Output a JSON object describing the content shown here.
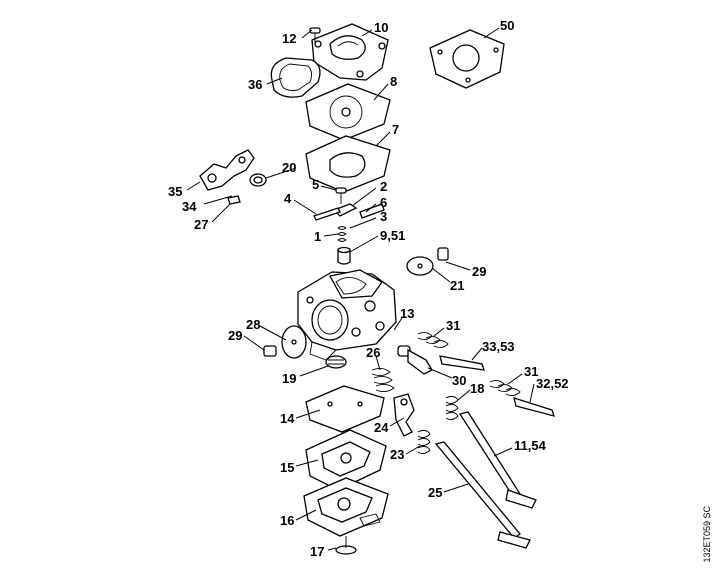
{
  "document_code": "132ET059 SC",
  "parts": [
    {
      "label": "12"
    },
    {
      "label": "10"
    },
    {
      "label": "50"
    },
    {
      "label": "36"
    },
    {
      "label": "8"
    },
    {
      "label": "7"
    },
    {
      "label": "20"
    },
    {
      "label": "35"
    },
    {
      "label": "5"
    },
    {
      "label": "2"
    },
    {
      "label": "34"
    },
    {
      "label": "4"
    },
    {
      "label": "6"
    },
    {
      "label": "27"
    },
    {
      "label": "3"
    },
    {
      "label": "1"
    },
    {
      "label": "9,51"
    },
    {
      "label": "29"
    },
    {
      "label": "21"
    },
    {
      "label": "13"
    },
    {
      "label": "28"
    },
    {
      "label": "31"
    },
    {
      "label": "29"
    },
    {
      "label": "33,53"
    },
    {
      "label": "26"
    },
    {
      "label": "19"
    },
    {
      "label": "31"
    },
    {
      "label": "30"
    },
    {
      "label": "18"
    },
    {
      "label": "32,52"
    },
    {
      "label": "14"
    },
    {
      "label": "24"
    },
    {
      "label": "11,54"
    },
    {
      "label": "23"
    },
    {
      "label": "15"
    },
    {
      "label": "25"
    },
    {
      "label": "16"
    },
    {
      "label": "17"
    }
  ]
}
